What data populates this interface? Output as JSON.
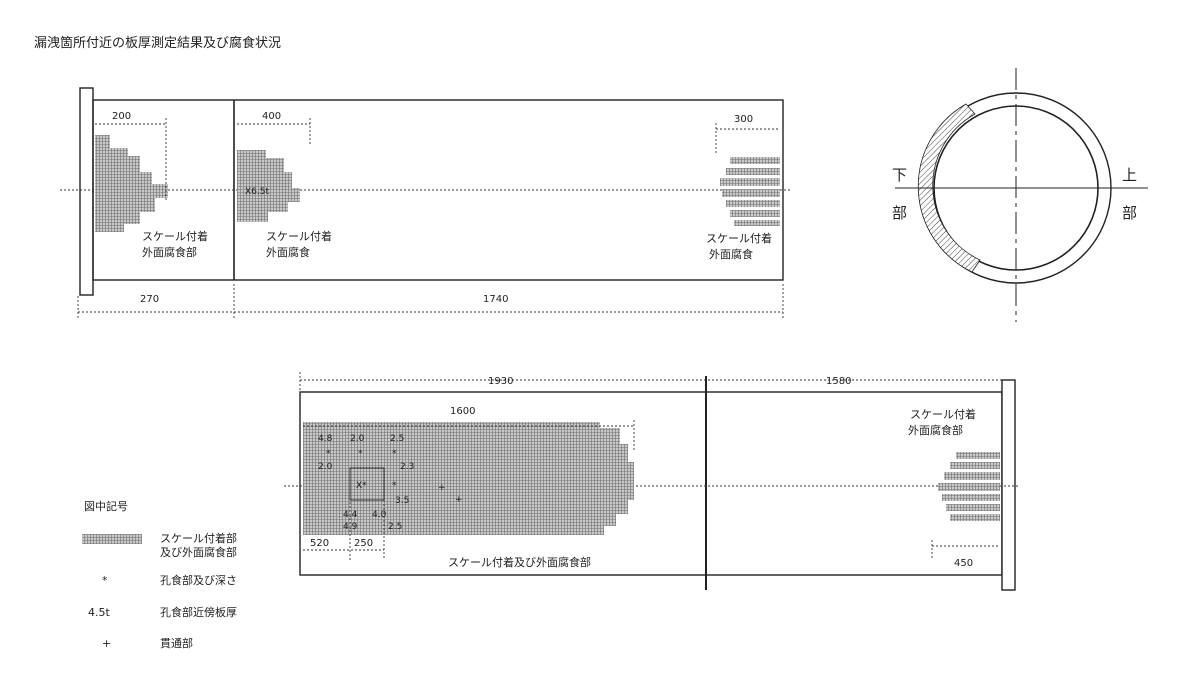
{
  "title": "漏洩箇所付近の板厚測定結果及び腐食状況",
  "top_pipe": {
    "dim_200": "200",
    "dim_400": "400",
    "dim_300": "300",
    "dim_270": "270",
    "dim_1740": "1740",
    "mark_thickness": "X6.5t",
    "label_left_1": "スケール付着",
    "label_left_2": "外面腐食部",
    "label_mid_1": "スケール付着",
    "label_mid_2": "外面腐食",
    "label_right_1": "スケール付着",
    "label_right_2": "外面腐食"
  },
  "cross_section": {
    "left_top": "下",
    "left_bottom": "部",
    "right_top": "上",
    "right_bottom": "部"
  },
  "bottom_pipe": {
    "dim_1930": "1930",
    "dim_1580": "1580",
    "dim_1600": "1600",
    "dim_520": "520",
    "dim_250": "250",
    "dim_450": "450",
    "label_center": "スケール付着及び外面腐食部",
    "label_right_1": "スケール付着",
    "label_right_2": "外面腐食部",
    "marks": {
      "m1": "4.8",
      "m2": "2.0",
      "m3": "2.5",
      "m4": "2.0",
      "m5": "2.3",
      "m6": "4.4",
      "m7": "4.9",
      "m8": "4.0",
      "m9": "2.5",
      "m10": "X*",
      "m11": "3.5"
    }
  },
  "legend": {
    "title": "図中記号",
    "item1_1": "スケール付着部",
    "item1_2": "及び外面腐食部",
    "item2_symbol": "*",
    "item2_text": "孔食部及び深さ",
    "item3_symbol": "4.5t",
    "item3_text": "孔食部近傍板厚",
    "item4_symbol": "+",
    "item4_text": "貫通部"
  }
}
